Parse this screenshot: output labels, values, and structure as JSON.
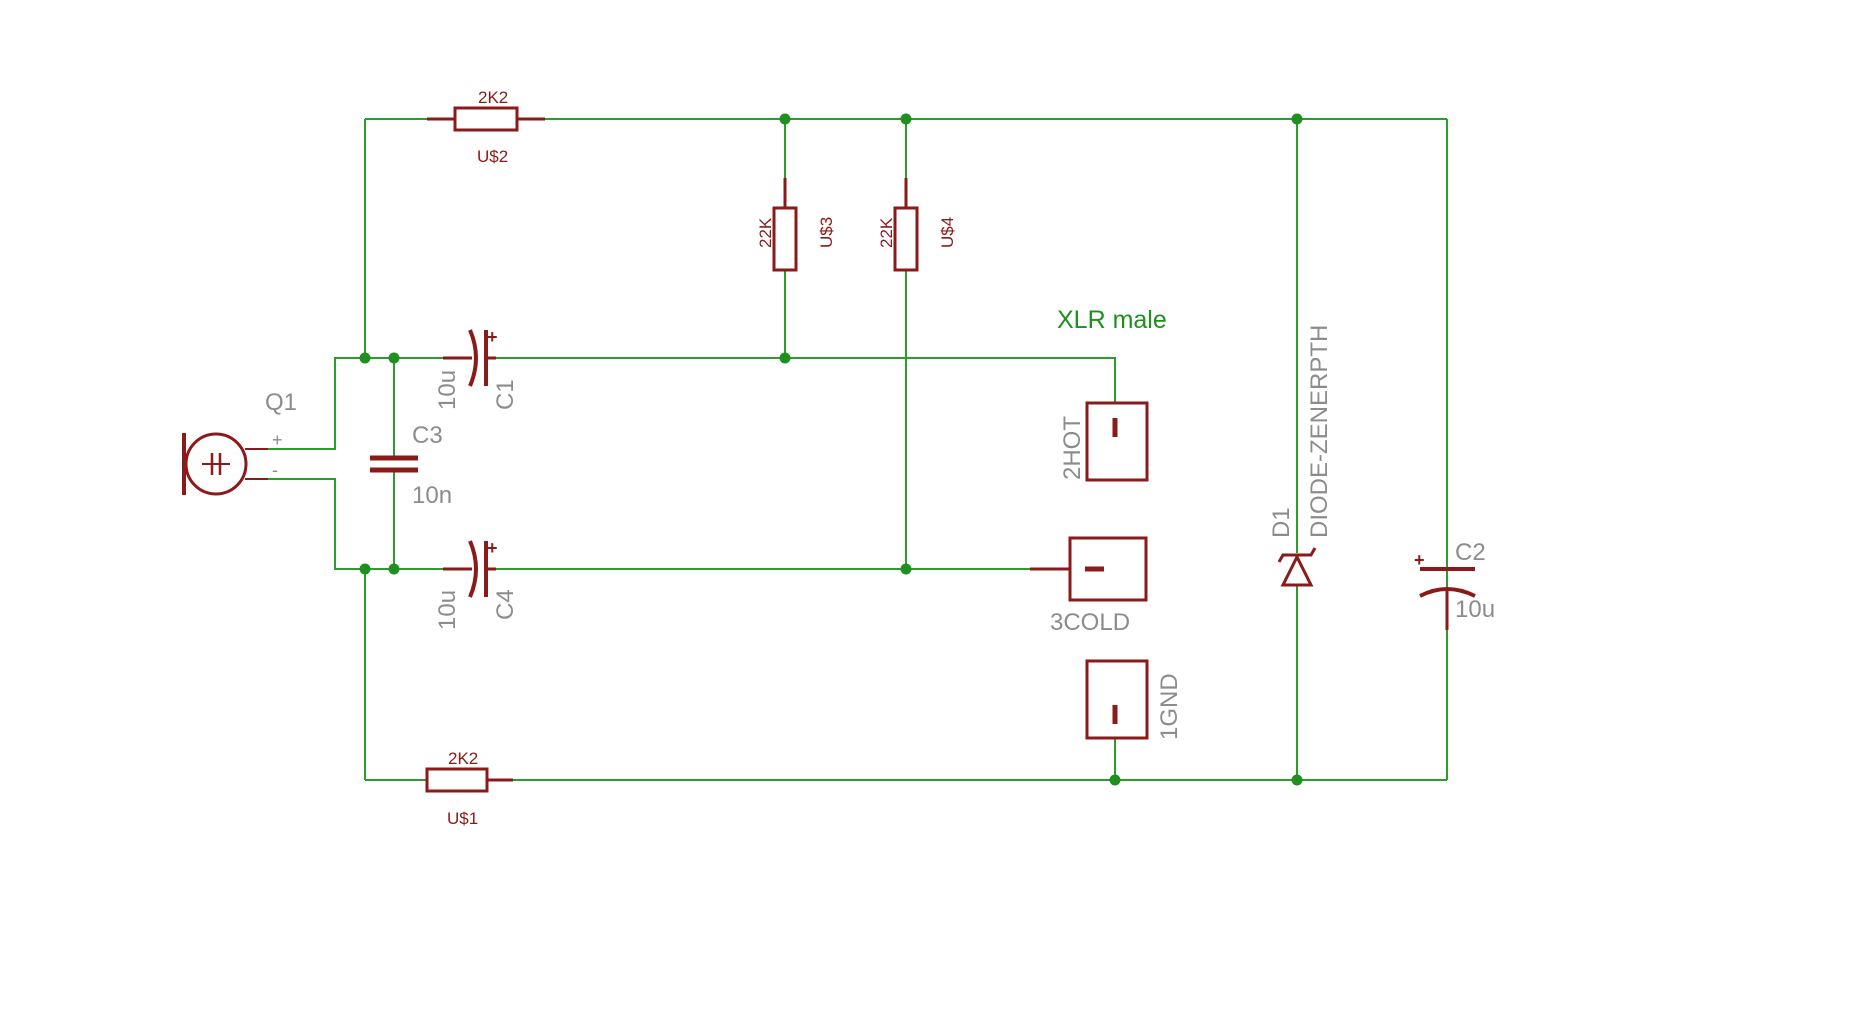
{
  "colors": {
    "wire": "#2a9d2a",
    "junction": "#1f8f1f",
    "component": "#8b1a1a",
    "designator": "#8c8c8c",
    "connector_title": "#1f8f1f"
  },
  "components": {
    "mic": {
      "ref": "Q1",
      "plus": "+",
      "minus": "-"
    },
    "r_top": {
      "value": "2K2",
      "ref": "U$2"
    },
    "r_bottom": {
      "value": "2K2",
      "ref": "U$1"
    },
    "r_u3": {
      "value": "22K",
      "ref": "U$3"
    },
    "r_u4": {
      "value": "22K",
      "ref": "U$4"
    },
    "c1": {
      "ref": "C1",
      "value": "10u",
      "polarity": "+"
    },
    "c4": {
      "ref": "C4",
      "value": "10u",
      "polarity": "+"
    },
    "c3": {
      "ref": "C3",
      "value": "10n"
    },
    "c2": {
      "ref": "C2",
      "value": "10u",
      "polarity": "+"
    },
    "d1": {
      "ref": "D1",
      "value": "DIODE-ZENERPTH"
    }
  },
  "connector": {
    "title": "XLR male",
    "pin_hot": "2HOT",
    "pin_cold": "3COLD",
    "pin_gnd": "1GND"
  }
}
